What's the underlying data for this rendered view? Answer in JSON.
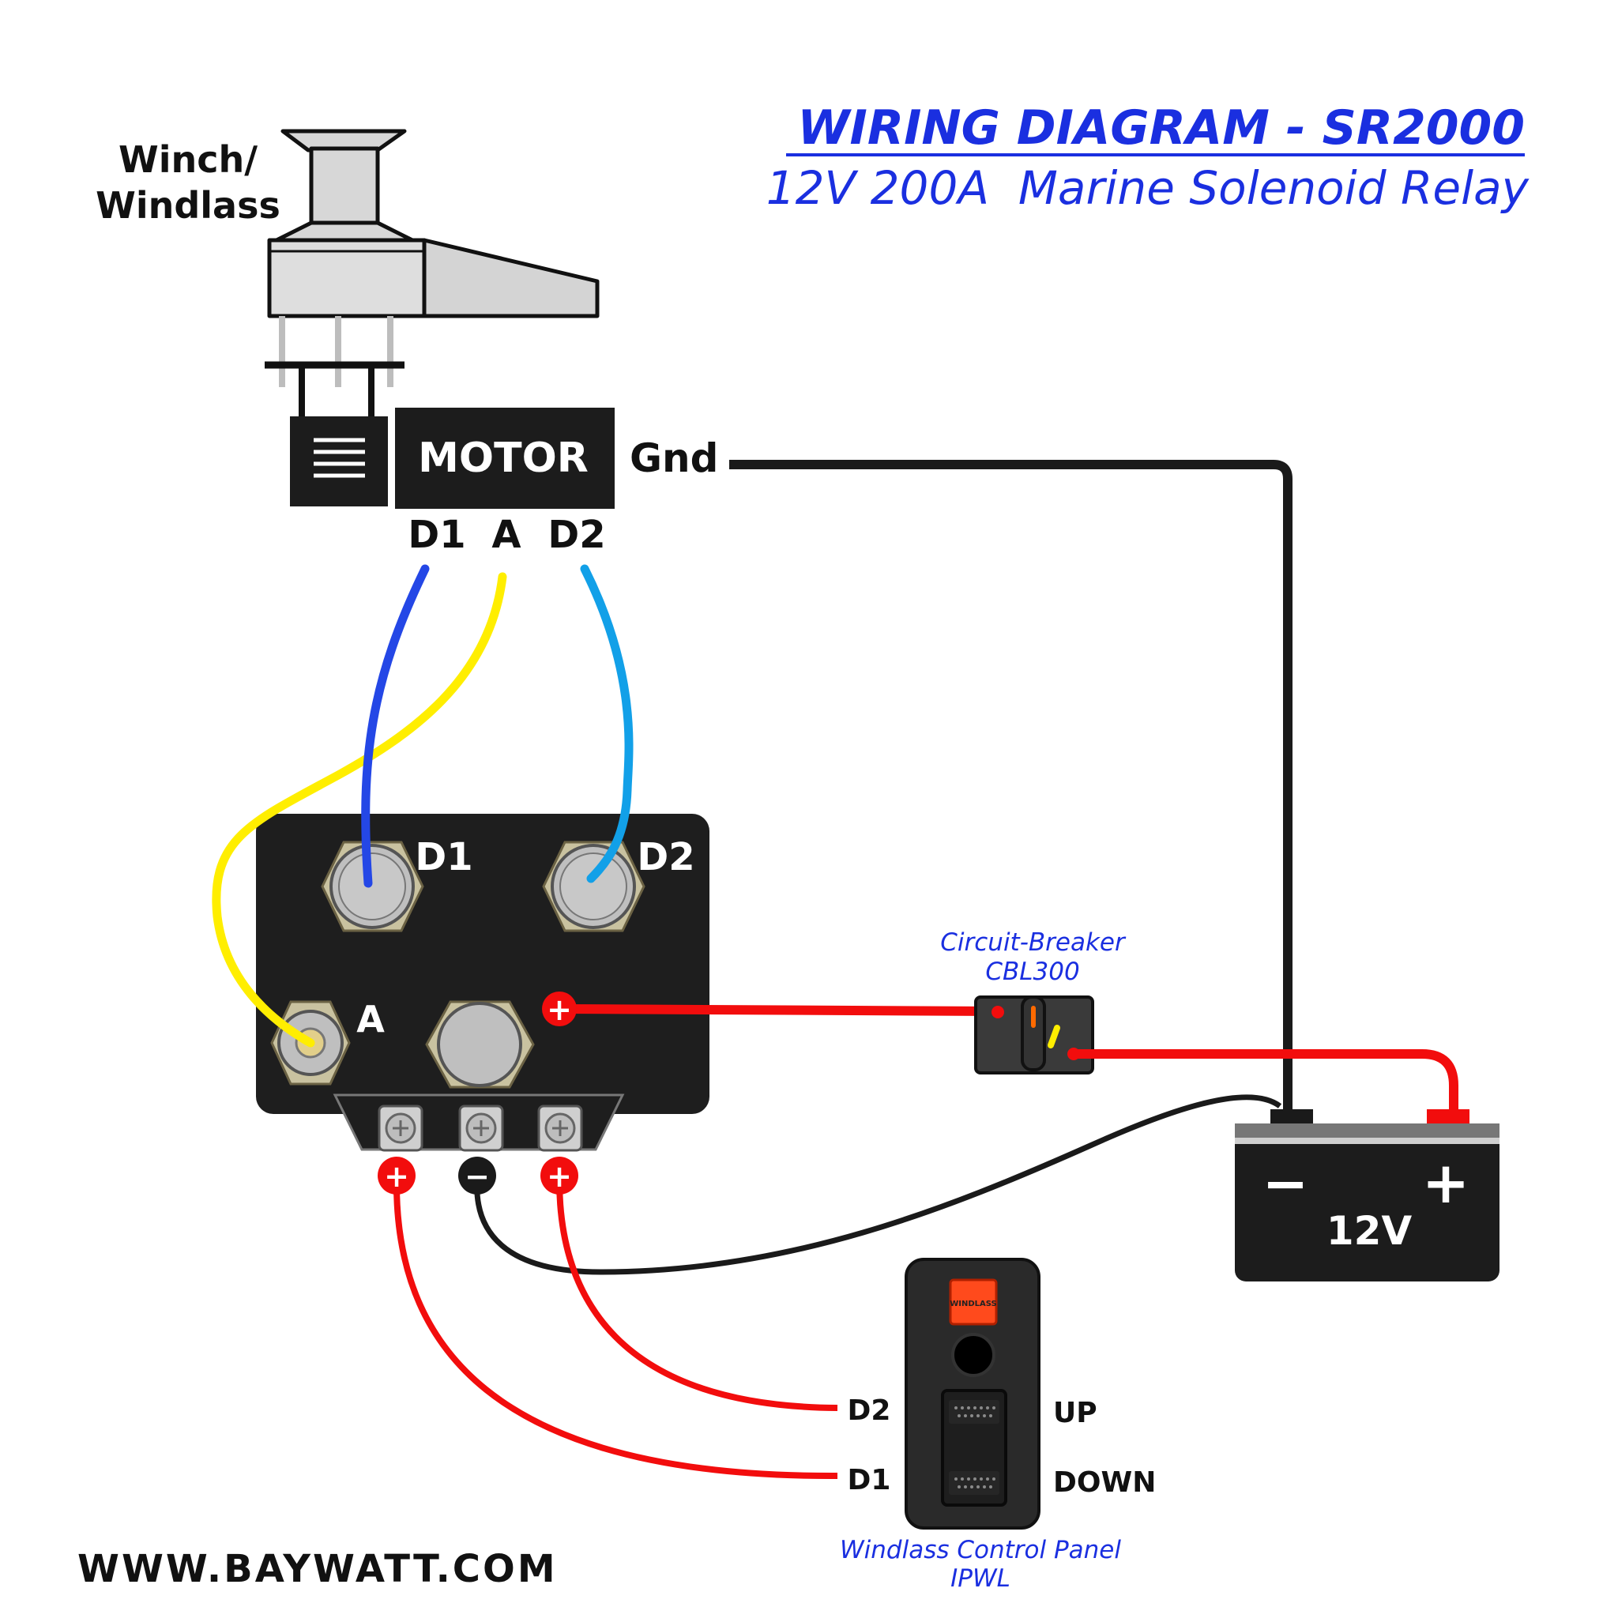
{
  "title": "WIRING DIAGRAM - SR2000",
  "subtitle": "12V 200A  Marine Solenoid Relay",
  "winch_label_line1": "Winch/",
  "winch_label_line2": "Windlass",
  "motor_label": "MOTOR",
  "gnd_label": "Gnd",
  "motor_terminals": {
    "d1": "D1",
    "a": "A",
    "d2": "D2"
  },
  "relay_terminals": {
    "d1": "D1",
    "d2": "D2",
    "a": "A"
  },
  "breaker_label_line1": "Circuit-Breaker",
  "breaker_label_line2": "CBL300",
  "battery_label": "12V",
  "battery_minus": "−",
  "battery_plus": "+",
  "panel_indicator": "WINDLASS",
  "panel_d2": "D2",
  "panel_d1": "D1",
  "panel_up": "UP",
  "panel_down": "DOWN",
  "panel_label_line1": "Windlass Control Panel",
  "panel_label_line2": "IPWL",
  "website": "WWW.BAYWATT.COM",
  "plus_symbol": "+",
  "minus_symbol": "−",
  "colors": {
    "title_blue": "#1a2fe0",
    "wire_red": "#f20d0d",
    "wire_black": "#1a1a1a",
    "wire_yellow": "#ffee00",
    "wire_blue": "#2447e6",
    "wire_lightblue": "#12a0e8"
  }
}
